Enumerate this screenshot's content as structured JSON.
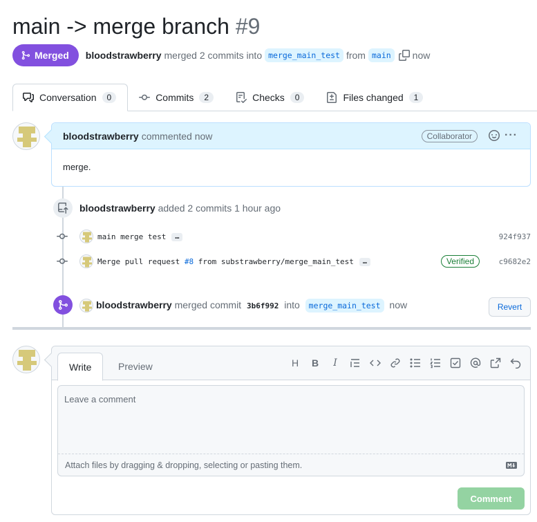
{
  "pr": {
    "title": "main -> merge branch",
    "number": "#9",
    "state": "Merged",
    "author": "bloodstrawberry",
    "summary": "merged 2 commits into",
    "base_branch": "merge_main_test",
    "from_word": "from",
    "head_branch": "main",
    "time": "now"
  },
  "tabs": [
    {
      "label": "Conversation",
      "count": "0"
    },
    {
      "label": "Commits",
      "count": "2"
    },
    {
      "label": "Checks",
      "count": "0"
    },
    {
      "label": "Files changed",
      "count": "1"
    }
  ],
  "comment": {
    "author": "bloodstrawberry",
    "action": "commented now",
    "role": "Collaborator",
    "body": "merge."
  },
  "commits_event": {
    "author": "bloodstrawberry",
    "text": "added 2 commits 1 hour ago",
    "commits": [
      {
        "message": "main merge test",
        "sha": "924f937"
      },
      {
        "message_prefix": "Merge pull request ",
        "link": "#8",
        "message_suffix": " from substrawberry/merge_main_test",
        "sha": "c9682e2",
        "badge": "Verified"
      }
    ]
  },
  "merge_event": {
    "author": "bloodstrawberry",
    "text": "merged commit",
    "sha": "3b6f992",
    "into": "into",
    "branch": "merge_main_test",
    "time": "now",
    "revert_label": "Revert"
  },
  "editor": {
    "write_tab": "Write",
    "preview_tab": "Preview",
    "placeholder": "Leave a comment",
    "attach_hint": "Attach files by dragging & dropping, selecting or pasting them.",
    "submit_label": "Comment",
    "toolbar": [
      "heading-icon",
      "bold-icon",
      "italic-icon",
      "quote-icon",
      "code-icon",
      "link-icon",
      "unordered-list-icon",
      "ordered-list-icon",
      "task-list-icon",
      "mention-icon",
      "reference-icon",
      "undo-icon"
    ]
  },
  "colors": {
    "merged": "#8250df",
    "link": "#0969da",
    "comment_header": "#ddf4ff",
    "verified": "#1a7f37",
    "disabled_button": "#94d3a2"
  }
}
